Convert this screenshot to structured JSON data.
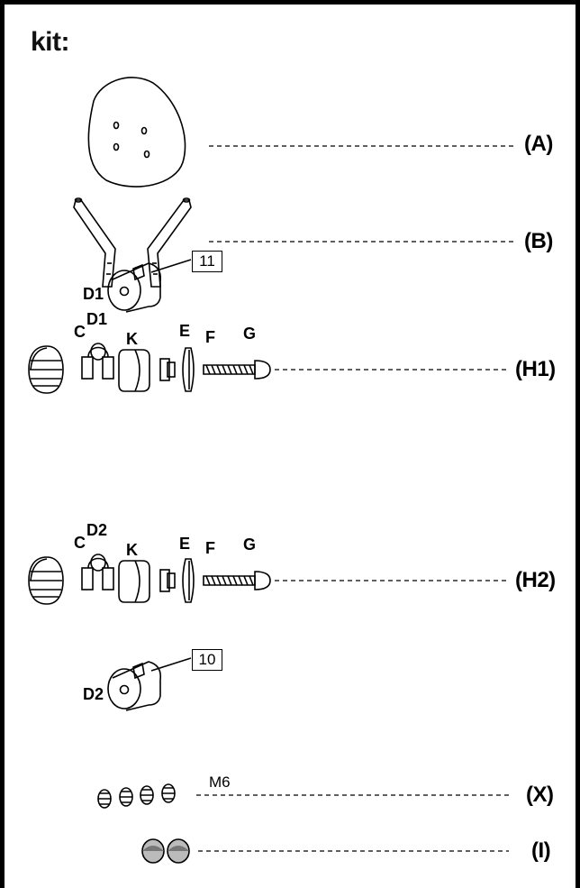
{
  "title": "kit:",
  "refs": {
    "A": "(A)",
    "B": "(B)",
    "H1": "(H1)",
    "H2": "(H2)",
    "X": "(X)",
    "I": "(I)"
  },
  "h1": {
    "C": "C",
    "D": "D1",
    "K": "K",
    "E": "E",
    "F": "F",
    "G": "G",
    "detail_label": "D1",
    "detail_number": "11"
  },
  "h2": {
    "C": "C",
    "D": "D2",
    "K": "K",
    "E": "E",
    "F": "F",
    "G": "G",
    "detail_label": "D2",
    "detail_number": "10"
  },
  "x": {
    "thread": "M6"
  }
}
